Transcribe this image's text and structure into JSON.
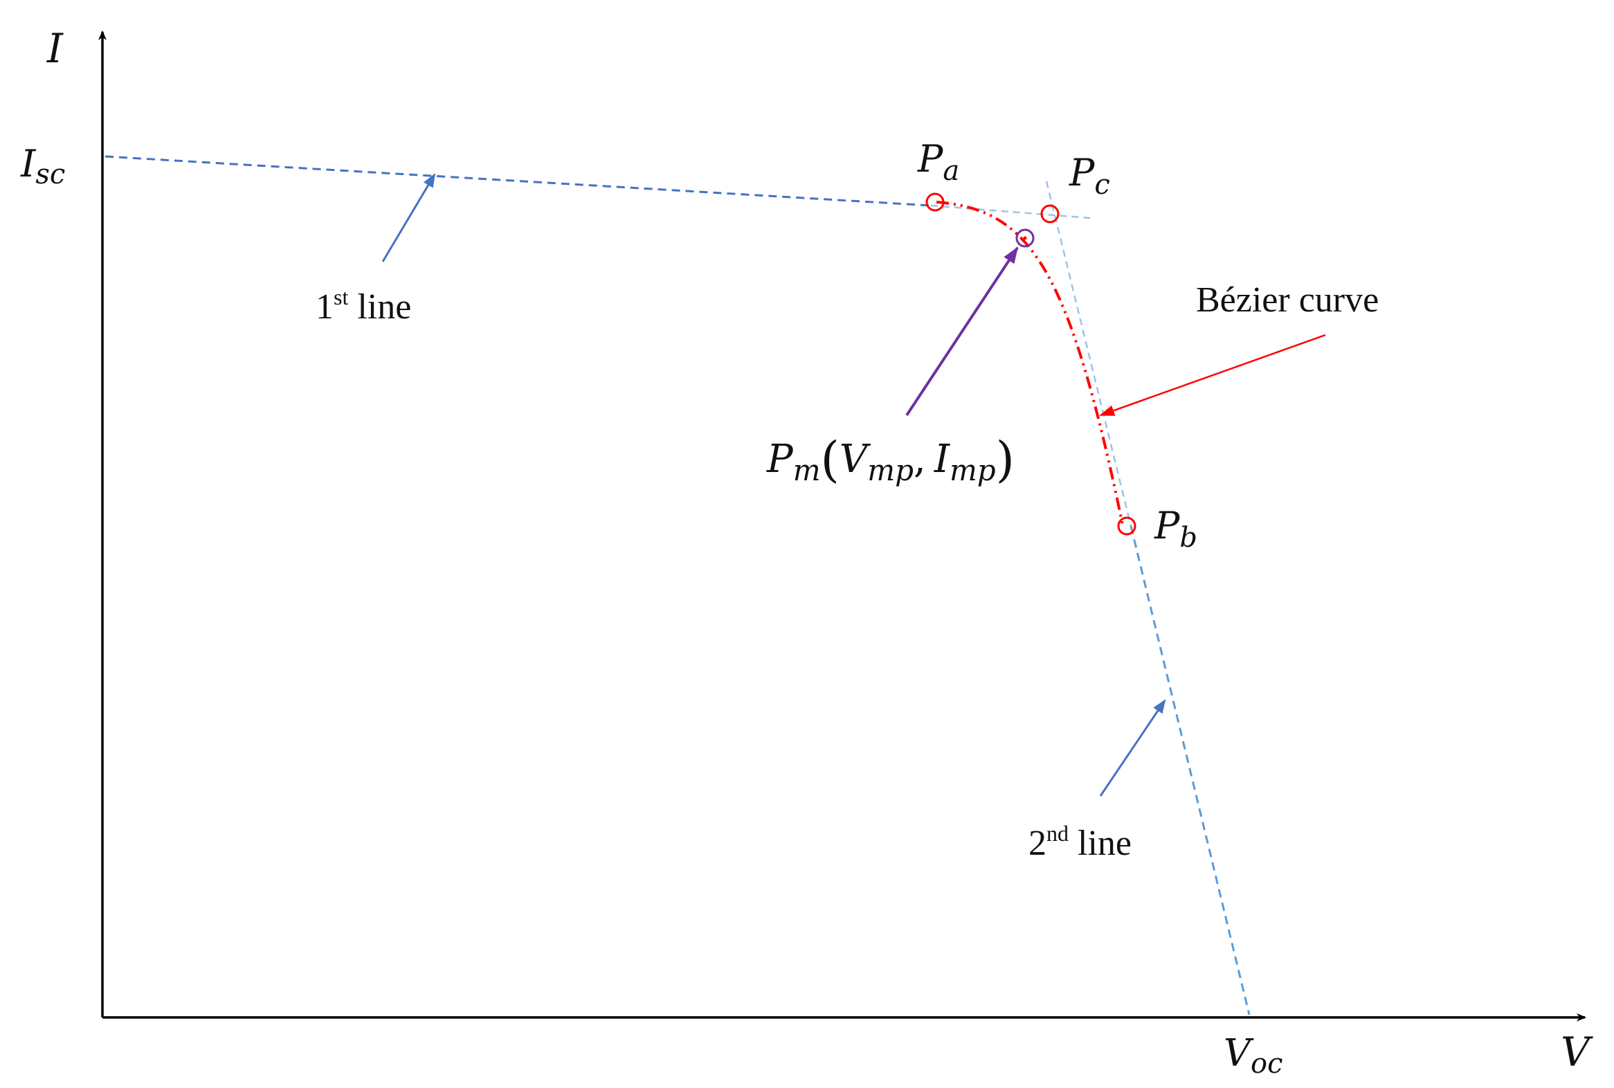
{
  "axes": {
    "y_label": "I",
    "x_label": "V"
  },
  "ticks": {
    "isc": {
      "main": "I",
      "sub": "sc"
    },
    "voc": {
      "main": "V",
      "sub": "oc"
    }
  },
  "points": {
    "pa": {
      "main": "P",
      "sub": "a"
    },
    "pb": {
      "main": "P",
      "sub": "b"
    },
    "pc": {
      "main": "P",
      "sub": "c"
    },
    "pm": {
      "main": "P",
      "sub": "m",
      "open": "(",
      "v_main": "V",
      "v_sub": "mp",
      "comma": ",",
      "i_main": "I",
      "i_sub": "mp",
      "close": ")"
    }
  },
  "annotations": {
    "line1": {
      "num": "1",
      "sup": "st",
      "text": " line"
    },
    "line2": {
      "num": "2",
      "sup": "nd",
      "text": " line"
    },
    "bezier": "Bézier curve"
  },
  "colors": {
    "axis": "#000000",
    "line_blue": "#4472c4",
    "line_light": "#9dc3e6",
    "curve_red": "#ff0000",
    "point_purple": "#7030a0",
    "text": "#111111"
  }
}
